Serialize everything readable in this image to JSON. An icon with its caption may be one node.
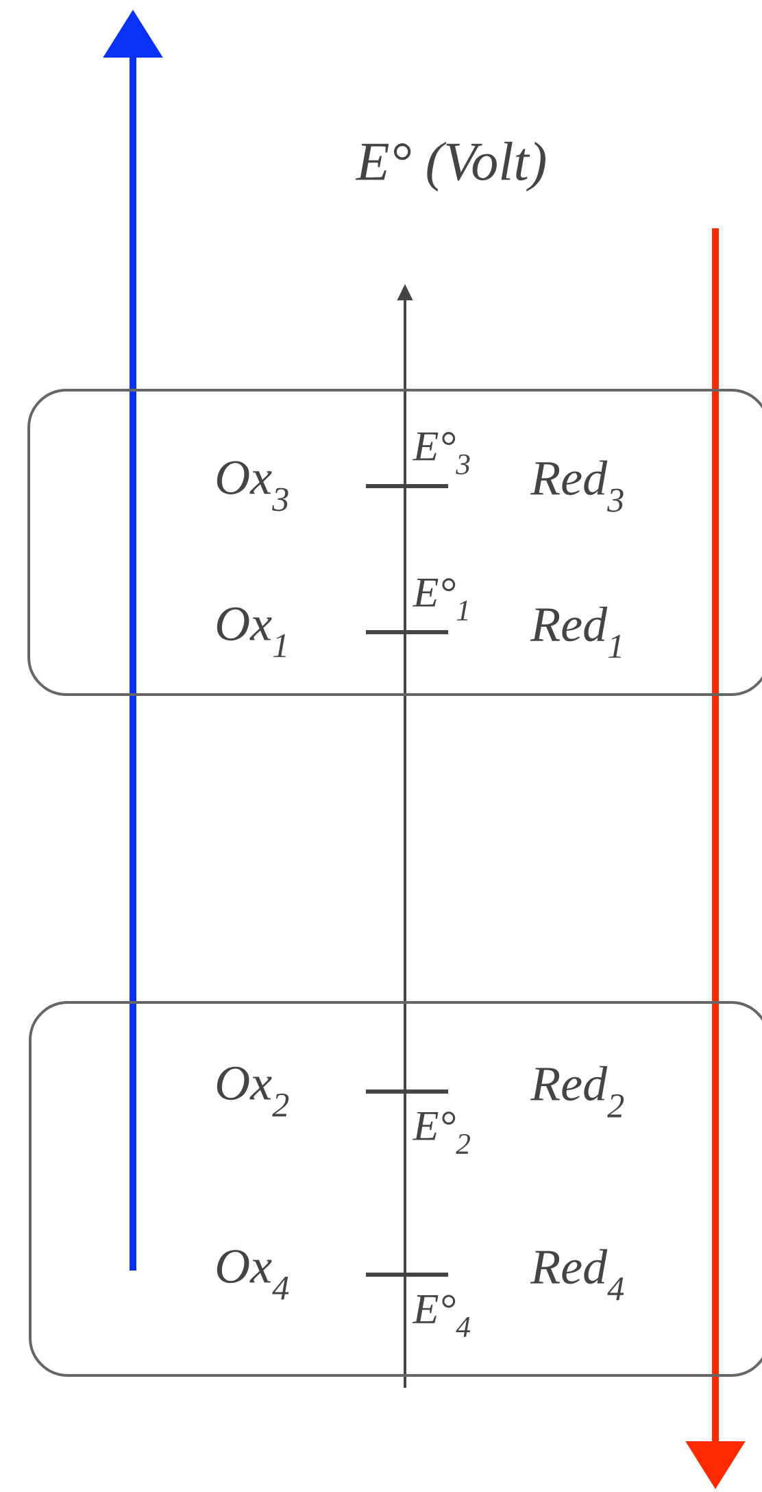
{
  "diagram": {
    "nodes": [
      {
        "text": [
          "Ox$_{3}$",
          "E°$_{3}$",
          "Red$_{3}$",
          "Ox$_{1}$",
          "E°$_{1}$",
          "Red$_{1}$"
        ]
      },
      {
        "text": [
          "Ox$_{2}$",
          "E°$_{2}$",
          "Red$_{2}$",
          "Ox$_{4}$",
          "E°$_{4}$",
          "Red$_{4}$"
        ]
      }
    ],
    "labels": [
      "E° (Volt)"
    ]
  }
}
